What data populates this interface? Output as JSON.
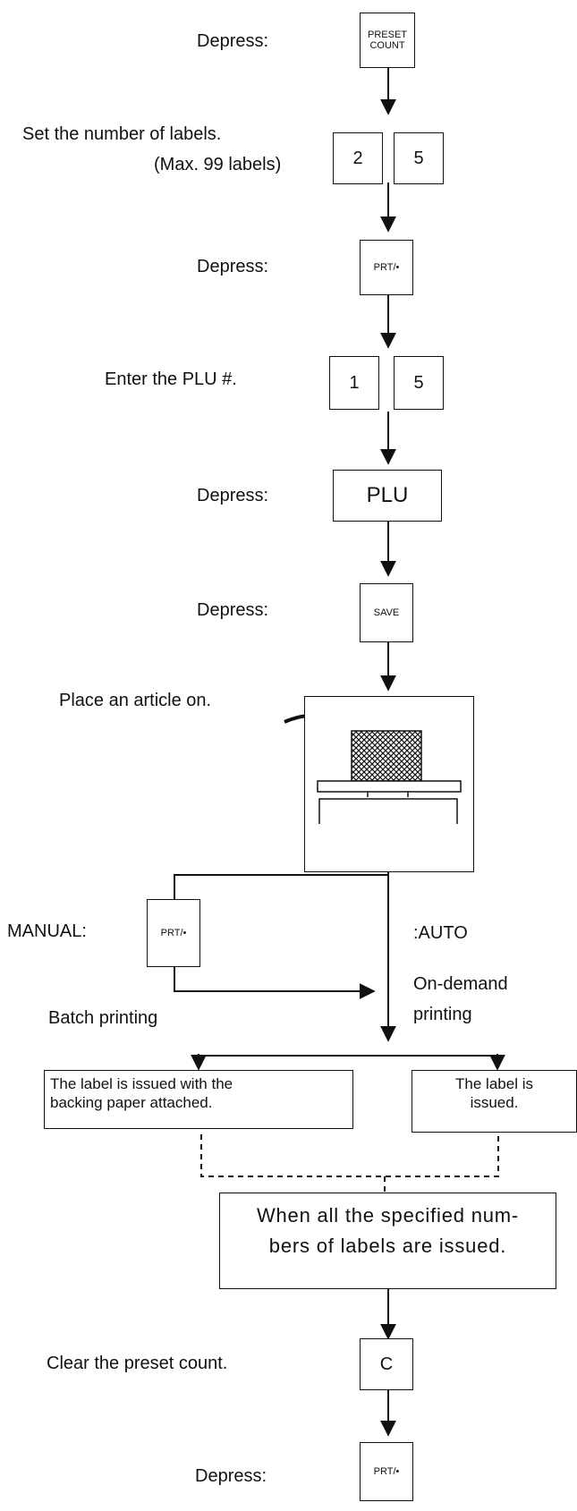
{
  "step1": {
    "label": "Depress:",
    "key_line1": "PRESET",
    "key_line2": "COUNT"
  },
  "step2": {
    "label": "Set the number of labels.",
    "note": "(Max. 99 labels)",
    "key1": "2",
    "key2": "5"
  },
  "step3": {
    "label": "Depress:",
    "key": "PRT/•"
  },
  "step4": {
    "label": "Enter the PLU #.",
    "key1": "1",
    "key2": "5"
  },
  "step5": {
    "label": "Depress:",
    "key": "PLU"
  },
  "step6": {
    "label": "Depress:",
    "key": "SAVE"
  },
  "step7": {
    "label": "Place an article on."
  },
  "branch": {
    "manual_label": "MANUAL:",
    "manual_key": "PRT/•",
    "auto_label": ":AUTO",
    "batch_label": "Batch printing",
    "ondemand_line1": "On-demand",
    "ondemand_line2": "printing"
  },
  "result_left": {
    "line1": "The label is issued with the",
    "line2": "backing paper attached."
  },
  "result_right": {
    "line1": "The label is",
    "line2": "issued."
  },
  "complete": {
    "line1": "When all the specified num-",
    "line2": "bers of labels are issued."
  },
  "step8": {
    "label": "Clear the preset count.",
    "key": "C"
  },
  "step9": {
    "label": "Depress:",
    "key": "PRT/•"
  }
}
